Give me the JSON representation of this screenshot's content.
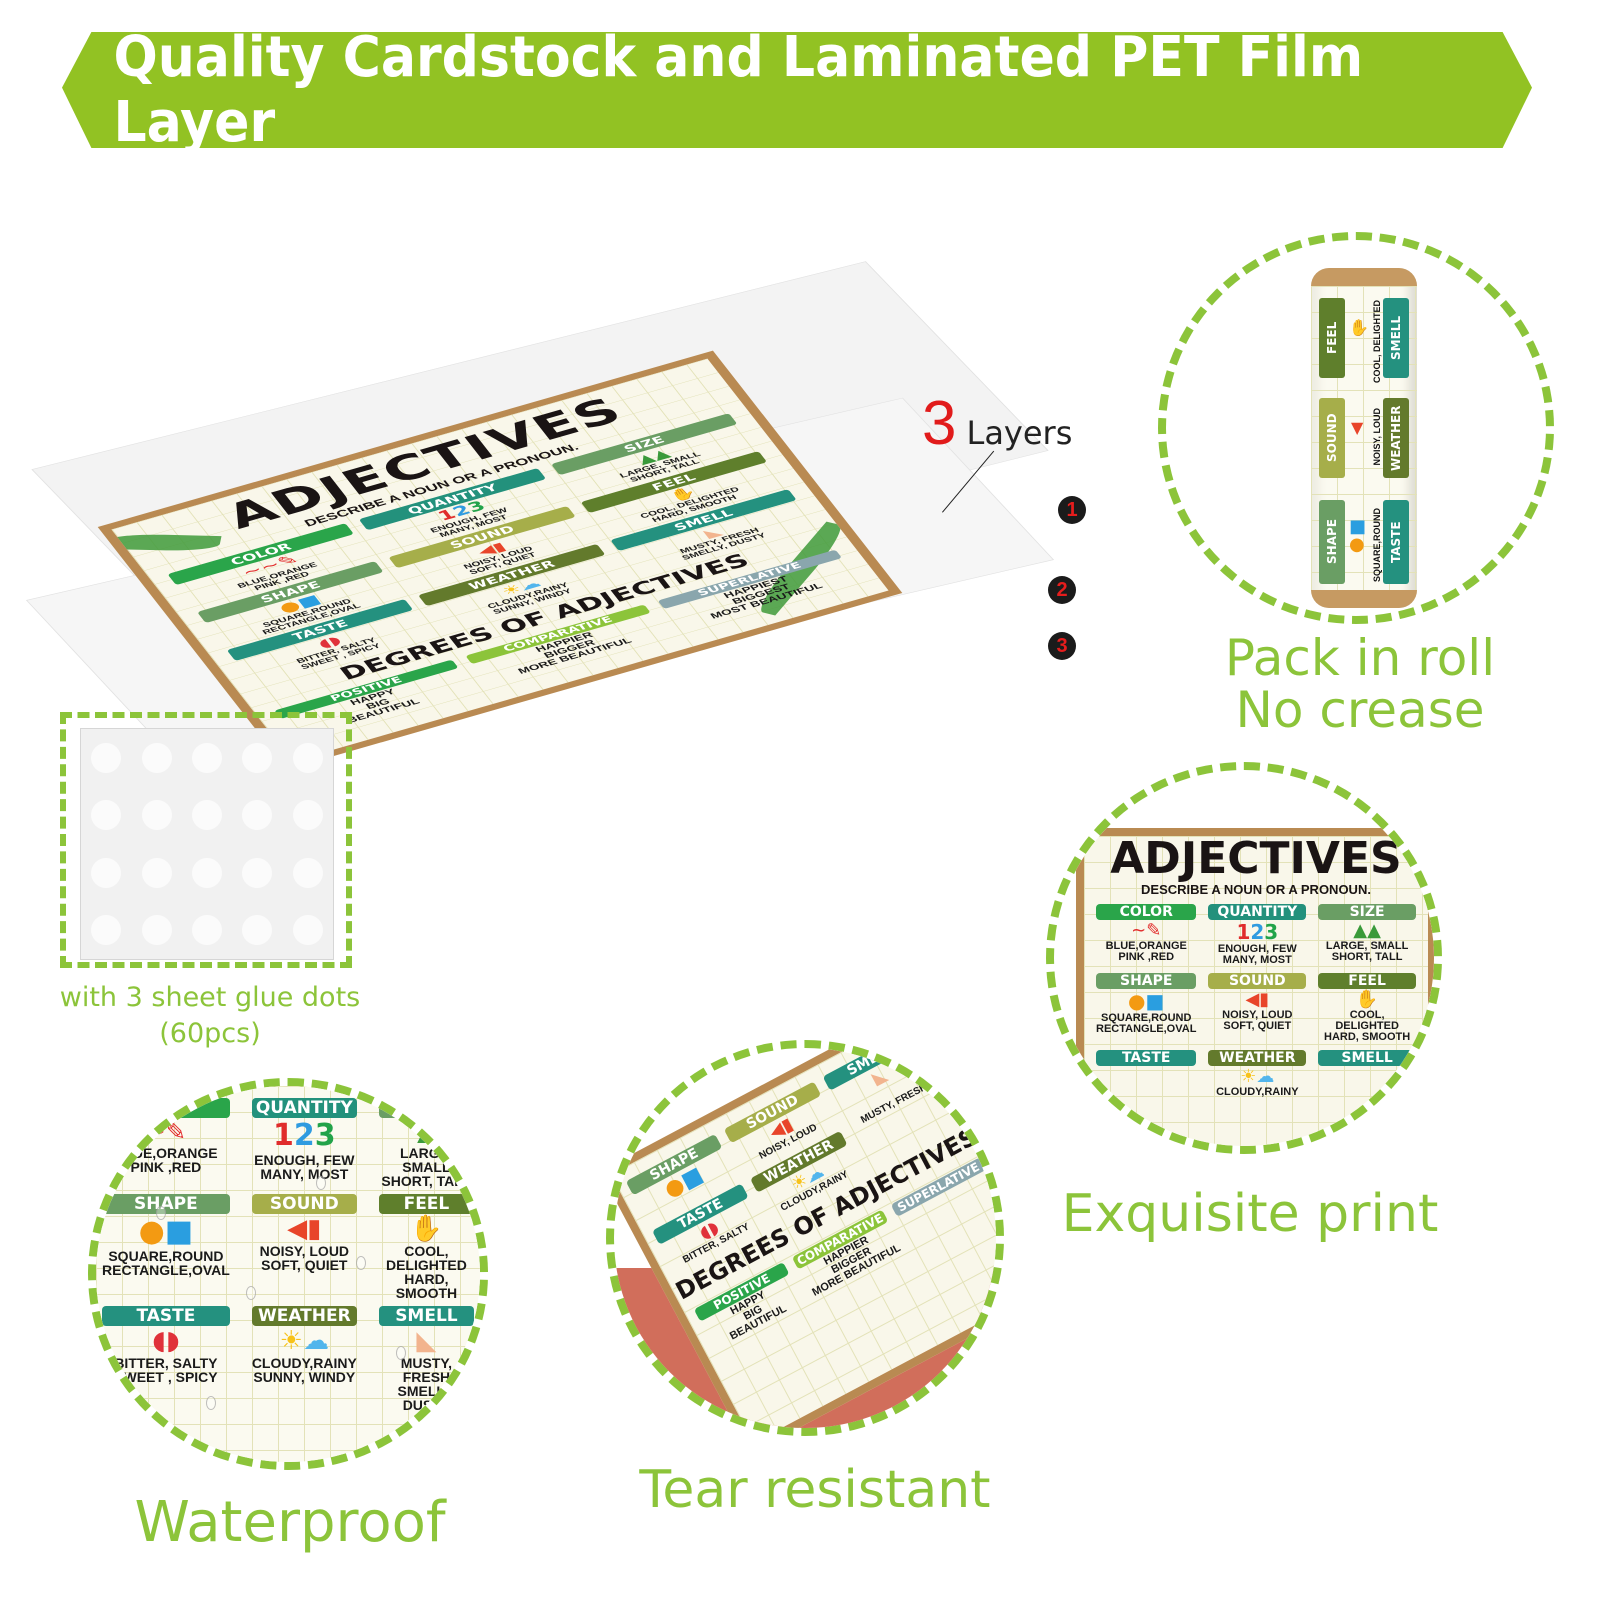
{
  "banner": {
    "title": "Quality Cardstock and Laminated PET Film Layer",
    "color": "#92c223"
  },
  "layers": {
    "count": "3",
    "label": "Layers",
    "badges": [
      "1",
      "2",
      "3"
    ]
  },
  "poster": {
    "title": "ADJECTIVES",
    "subtitle": "DESCRIBE A NOUN OR A PRONOUN.",
    "categories": [
      {
        "tag": "COLOR",
        "color": "#2aa54a",
        "icon": "paint-brush-icon",
        "glyph": "🖌",
        "line1": "BLUE,ORANGE",
        "line2": "PINK ,RED"
      },
      {
        "tag": "QUANTITY",
        "color": "#23917c",
        "icon": "numbers-123-icon",
        "glyph": "123",
        "line1": "ENOUGH, FEW",
        "line2": "MANY, MOST"
      },
      {
        "tag": "SIZE",
        "color": "#6a9e64",
        "icon": "trees-icon",
        "glyph": "🌲🌲",
        "line1": "LARGE, SMALL",
        "line2": "SHORT, TALL"
      },
      {
        "tag": "SHAPE",
        "color": "#6a9e64",
        "icon": "shapes-icon",
        "glyph": "●■",
        "line1": "SQUARE,ROUND",
        "line2": "RECTANGLE,OVAL"
      },
      {
        "tag": "SOUND",
        "color": "#a6ae4a",
        "icon": "megaphone-icon",
        "glyph": "📢",
        "line1": "NOISY, LOUD",
        "line2": "SOFT, QUIET"
      },
      {
        "tag": "FEEL",
        "color": "#5f7f2c",
        "icon": "hand-icon",
        "glyph": "✋",
        "line1": "COOL, DELIGHTED",
        "line2": "HARD, SMOOTH"
      },
      {
        "tag": "TASTE",
        "color": "#24917f",
        "icon": "tongue-icon",
        "glyph": "👅",
        "line1": "BITTER, SALTY",
        "line2": "SWEET , SPICY"
      },
      {
        "tag": "WEATHER",
        "color": "#637a2c",
        "icon": "weather-icon",
        "glyph": "☀☁",
        "line1": "CLOUDY,RAINY",
        "line2": "SUNNY, WINDY"
      },
      {
        "tag": "SMELL",
        "color": "#24917f",
        "icon": "nose-icon",
        "glyph": "👃",
        "line1": "MUSTY, FRESH",
        "line2": "SMELLY, DUSTY"
      }
    ],
    "degrees": {
      "title": "DEGREES OF ADJECTIVES",
      "columns": [
        {
          "tag": "POSITIVE",
          "color": "#2aa54a",
          "words": [
            "HAPPY",
            "BIG",
            "BEAUTIFUL"
          ]
        },
        {
          "tag": "COMPARATIVE",
          "color": "#8cc43a",
          "words": [
            "HAPPIER",
            "BIGGER",
            "MORE BEAUTIFUL"
          ]
        },
        {
          "tag": "SUPERLATIVE",
          "color": "#8aa6ad",
          "words": [
            "HAPPIEST",
            "BIGGEST",
            "MOST BEAUTIFUL"
          ]
        }
      ]
    }
  },
  "features": {
    "roll": {
      "line1": "Pack in roll",
      "line2": "No crease"
    },
    "glue": {
      "line1": "with 3 sheet glue dots",
      "line2": "(60pcs)"
    },
    "print": {
      "label": "Exquisite print"
    },
    "waterproof": {
      "label": "Waterproof"
    },
    "tear": {
      "label": "Tear resistant"
    }
  },
  "colors": {
    "accent_green": "#8cc43a",
    "layer_red": "#e11b1b",
    "frame_wood": "#b98a52"
  }
}
